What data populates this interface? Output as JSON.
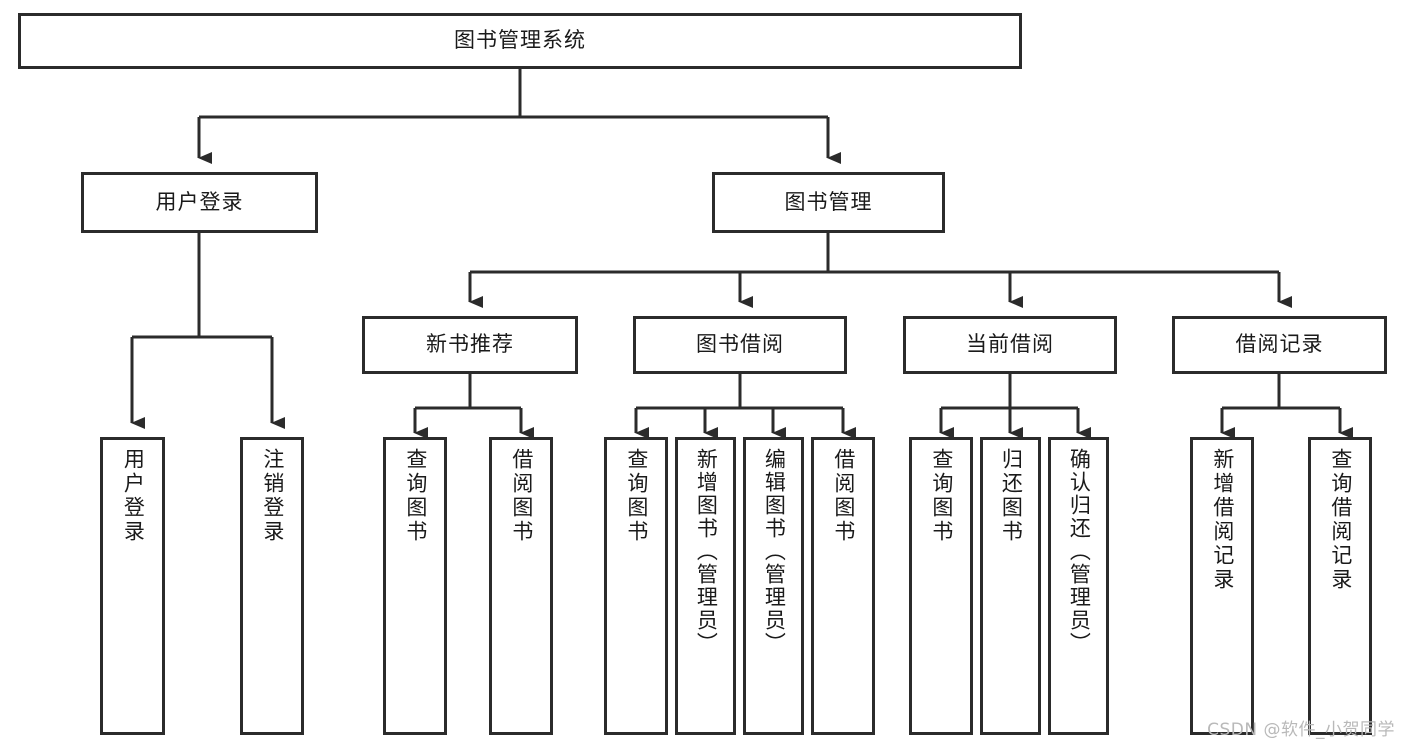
{
  "diagram": {
    "type": "tree-hierarchy-chart",
    "title": "图书管理系统",
    "watermark": "CSDN @软件_小贺同学",
    "colors": {
      "background": "#ffffff",
      "border": "#2b2b2b",
      "connector": "#2b2b2b",
      "text": "#1a1a1a",
      "watermark": "#b9b9b9"
    },
    "nodes": {
      "root": {
        "label": "图书管理系统"
      },
      "level2": [
        {
          "id": "user-login",
          "label": "用户登录"
        },
        {
          "id": "book-manage",
          "label": "图书管理"
        }
      ],
      "level3": [
        {
          "id": "new-book-recommend",
          "label": "新书推荐"
        },
        {
          "id": "book-borrow",
          "label": "图书借阅"
        },
        {
          "id": "current-borrow",
          "label": "当前借阅"
        },
        {
          "id": "borrow-record",
          "label": "借阅记录"
        }
      ],
      "leaves": [
        {
          "id": "leaf-user-login",
          "label": "用户登录",
          "parent": "user-login"
        },
        {
          "id": "leaf-logout-login",
          "label": "注销登录",
          "parent": "user-login"
        },
        {
          "id": "leaf-query-book-1",
          "label": "查询图书",
          "parent": "new-book-recommend"
        },
        {
          "id": "leaf-borrow-book-1",
          "label": "借阅图书",
          "parent": "new-book-recommend"
        },
        {
          "id": "leaf-query-book-2",
          "label": "查询图书",
          "parent": "book-borrow"
        },
        {
          "id": "leaf-add-book",
          "label": "新增图书（管理员）",
          "parent": "book-borrow"
        },
        {
          "id": "leaf-edit-book",
          "label": "编辑图书（管理员）",
          "parent": "book-borrow"
        },
        {
          "id": "leaf-borrow-book-2",
          "label": "借阅图书",
          "parent": "book-borrow"
        },
        {
          "id": "leaf-query-book-3",
          "label": "查询图书",
          "parent": "current-borrow"
        },
        {
          "id": "leaf-return-book",
          "label": "归还图书",
          "parent": "current-borrow"
        },
        {
          "id": "leaf-confirm-return",
          "label": "确认归还（管理员）",
          "parent": "current-borrow"
        },
        {
          "id": "leaf-add-record",
          "label": "新增借阅记录",
          "parent": "borrow-record"
        },
        {
          "id": "leaf-query-record",
          "label": "查询借阅记录",
          "parent": "borrow-record"
        }
      ]
    }
  }
}
